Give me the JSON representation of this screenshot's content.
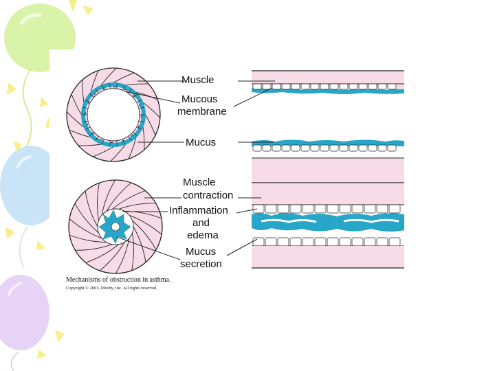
{
  "diagram": {
    "labels": {
      "muscle": "Muscle",
      "mucous_membrane_line1": "Mucous",
      "mucous_membrane_line2": "membrane",
      "mucus": "Mucus",
      "muscle_contraction_line1": "Muscle",
      "muscle_contraction_line2": "contraction",
      "inflammation_line1": "Inflammation",
      "inflammation_line2": "and",
      "inflammation_line3": "edema",
      "mucus_secretion_line1": "Mucus",
      "mucus_secretion_line2": "secretion"
    },
    "caption": "Mechanisms of obstruction in asthma.",
    "copyright": "Copyright © 2003, Mosby, Inc. All rights reserved."
  },
  "colors": {
    "muscle_pink": "#f7dbe6",
    "mucus_blue": "#27a6c8",
    "outline": "#222222",
    "balloon_green": "#d9f4a8",
    "balloon_blue": "#c9e4f7",
    "balloon_purple": "#e6d3f5",
    "accent_yellow": "#f6ef8a"
  }
}
